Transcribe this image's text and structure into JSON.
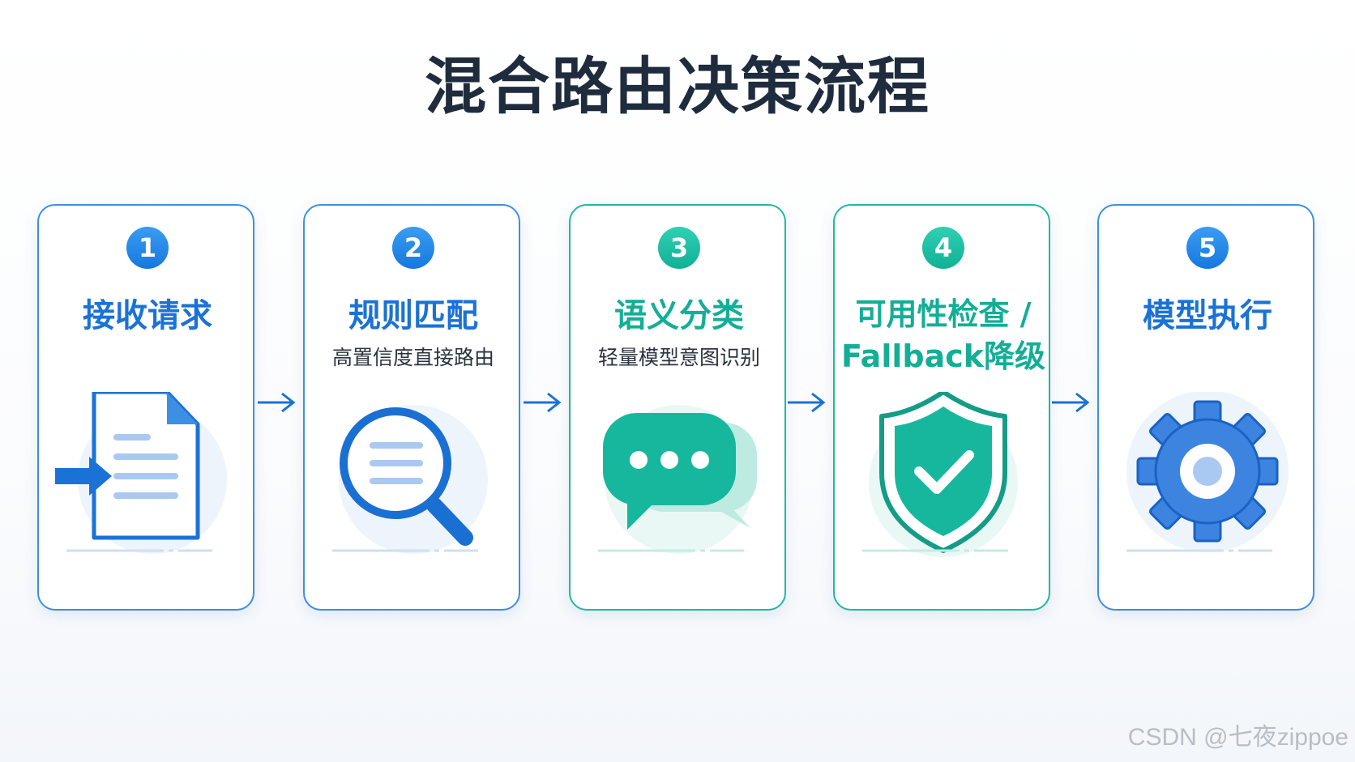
{
  "title": "混合路由决策流程",
  "steps": [
    {
      "number": "1",
      "title": "接收请求",
      "desc": "",
      "color": "#1a72d6",
      "icon": "document-inbox-icon"
    },
    {
      "number": "2",
      "title": "规则匹配",
      "desc": "高置信度直接路由",
      "color": "#1a72d6",
      "icon": "magnifier-icon"
    },
    {
      "number": "3",
      "title": "语义分类",
      "desc": "轻量模型意图识别",
      "color": "#13ae96",
      "icon": "chat-bubble-icon"
    },
    {
      "number": "4",
      "title_line1": "可用性检查 /",
      "title_line2": "Fallback降级",
      "color": "#13ae96",
      "icon": "shield-check-icon"
    },
    {
      "number": "5",
      "title": "模型执行",
      "desc": "",
      "color": "#1a72d6",
      "icon": "gear-icon"
    }
  ],
  "watermark": "CSDN @七夜zippoe"
}
